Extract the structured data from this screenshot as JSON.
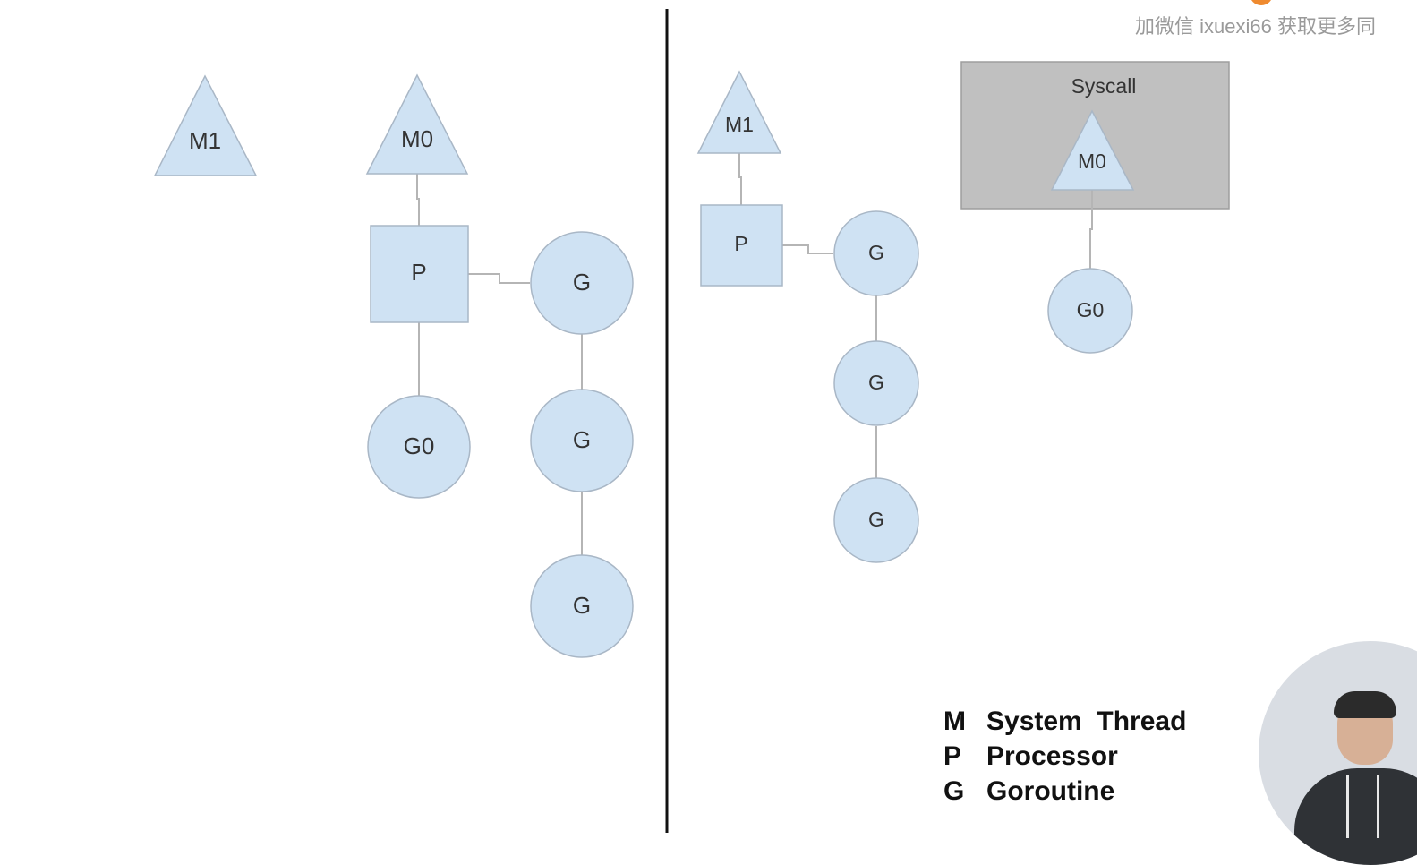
{
  "watermark": "加微信 ixuexi66 获取更多同",
  "left_diagram": {
    "m1_label": "M1",
    "m0_label": "M0",
    "p_label": "P",
    "g0_label": "G0",
    "queue": [
      "G",
      "G",
      "G"
    ]
  },
  "right_diagram": {
    "m1_label": "M1",
    "p_label": "P",
    "queue": [
      "G",
      "G",
      "G"
    ],
    "syscall_label": "Syscall",
    "m0_label": "M0",
    "g0_label": "G0"
  },
  "legend": [
    {
      "key": "M",
      "text": "System  Thread"
    },
    {
      "key": "P",
      "text": "Processor"
    },
    {
      "key": "G",
      "text": "Goroutine"
    }
  ],
  "colors": {
    "node_fill": "#cfe2f3",
    "syscall_box": "#c0c0c0"
  }
}
